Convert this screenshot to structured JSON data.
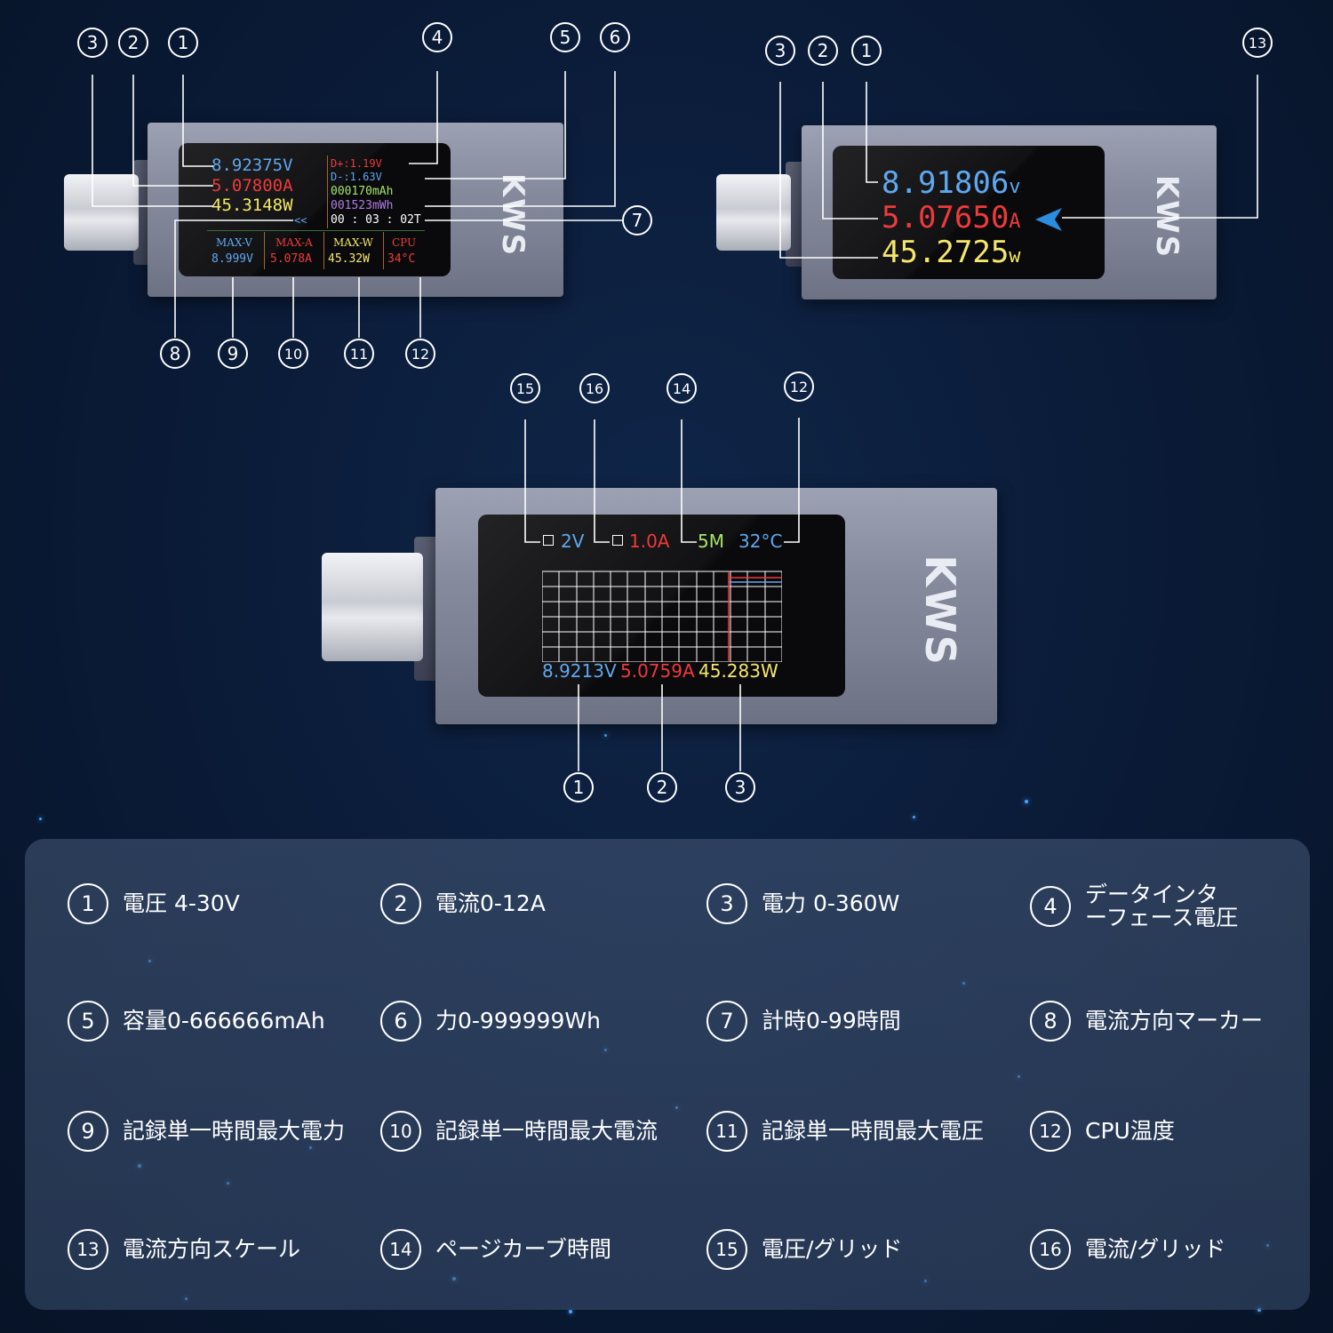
{
  "brand": "KWS",
  "device1": {
    "voltage": "8.92375V",
    "current": "5.07800A",
    "power": "45.3148W",
    "dplus": "D+:1.19V",
    "dminus": "D-:1.63V",
    "capacity": "000170mAh",
    "energy": "001523mWh",
    "timer": "00 : 03 : 02T",
    "direction_marker": "<<",
    "max_v_label": "MAX-V",
    "max_v": "8.999V",
    "max_a_label": "MAX-A",
    "max_a": "5.078A",
    "max_w_label": "MAX-W",
    "max_w": "45.32W",
    "cpu_label": "CPU",
    "cpu": "34°C"
  },
  "device2": {
    "voltage": "8.91806",
    "voltage_unit": "v",
    "current": "5.07650",
    "current_unit": "A",
    "power": "45.2725",
    "power_unit": "w"
  },
  "device3": {
    "grid_v": "2V",
    "grid_a": "1.0A",
    "time": "5M",
    "temp": "32°C",
    "voltage": "8.9213V",
    "current": "5.0759A",
    "power": "45.283W"
  },
  "callouts": {
    "d1_top": [
      "3",
      "2",
      "1",
      "4",
      "5",
      "6"
    ],
    "d1_right": "7",
    "d1_bottom": [
      "8",
      "9",
      "10",
      "11",
      "12"
    ],
    "d2_top": [
      "3",
      "2",
      "1",
      "13"
    ],
    "d3_top": [
      "15",
      "16",
      "14",
      "12"
    ],
    "d3_bottom": [
      "1",
      "2",
      "3"
    ]
  },
  "legend": [
    {
      "n": "1",
      "text": "電圧 4-30V"
    },
    {
      "n": "2",
      "text": "電流0-12A"
    },
    {
      "n": "3",
      "text": "電力 0-360W"
    },
    {
      "n": "4",
      "text": "データインタ\nーフェース電圧"
    },
    {
      "n": "5",
      "text": "容量0-666666mAh"
    },
    {
      "n": "6",
      "text": "力0-999999Wh"
    },
    {
      "n": "7",
      "text": "計時0-99時間"
    },
    {
      "n": "8",
      "text": "電流方向マーカー"
    },
    {
      "n": "9",
      "text": "記録単一時間最大電力"
    },
    {
      "n": "10",
      "text": "記録単一時間最大電流"
    },
    {
      "n": "11",
      "text": "記録単一時間最大電圧"
    },
    {
      "n": "12",
      "text": "CPU温度"
    },
    {
      "n": "13",
      "text": "電流方向スケール"
    },
    {
      "n": "14",
      "text": "ページカーブ時間"
    },
    {
      "n": "15",
      "text": "電圧/グリッド"
    },
    {
      "n": "16",
      "text": "電流/グリッド"
    }
  ],
  "colors": {
    "voltage": "#5fa8f0",
    "current": "#ee3a3a",
    "power": "#f4e76a",
    "capacity": "#a6e36b",
    "energy": "#b07ee0",
    "arrow": "#2a8de0"
  }
}
